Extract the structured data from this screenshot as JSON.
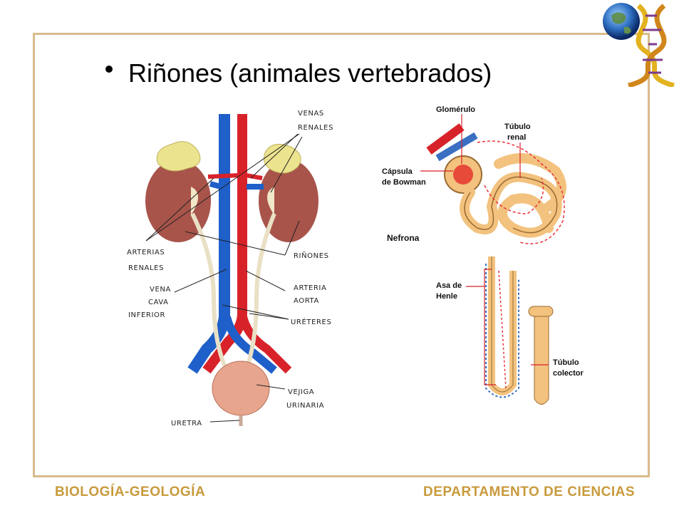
{
  "slide": {
    "bullet_title": "Riñones (animales vertebrados)",
    "footer_left": "BIOLOGÍA-GEOLOGÍA",
    "footer_right": "DEPARTAMENTO DE CIENCIAS"
  },
  "kidney_labels": {
    "venas_renales_1": "VENAS",
    "venas_renales_2": "RENALES",
    "arterias_renales_1": "ARTERIAS",
    "arterias_renales_2": "RENALES",
    "rinones": "RIÑONES",
    "vena_cava_1": "VENA",
    "vena_cava_2": "CAVA",
    "vena_cava_3": "INFERIOR",
    "arteria_aorta_1": "ARTERIA",
    "arteria_aorta_2": "AORTA",
    "ureteres": "URÉTERES",
    "vejiga_1": "VEJIGA",
    "vejiga_2": "URINARIA",
    "uretra": "URETRA"
  },
  "nephron_labels": {
    "glomerulo": "Glomérulo",
    "tubulo_renal_1": "Túbulo",
    "tubulo_renal_2": "renal",
    "capsula_1": "Cápsula",
    "capsula_2": "de Bowman",
    "nefrona": "Nefrona",
    "asa_1": "Asa de",
    "asa_2": "Henle",
    "tubulo_colector_1": "Túbulo",
    "tubulo_colector_2": "colector"
  },
  "colors": {
    "frame": "#d9bb8c",
    "footer_text": "#c89a3c",
    "artery": "#d8222a",
    "vein": "#1f5fc9",
    "kidney": "#a8544a",
    "tubule": "#f2c27e"
  }
}
